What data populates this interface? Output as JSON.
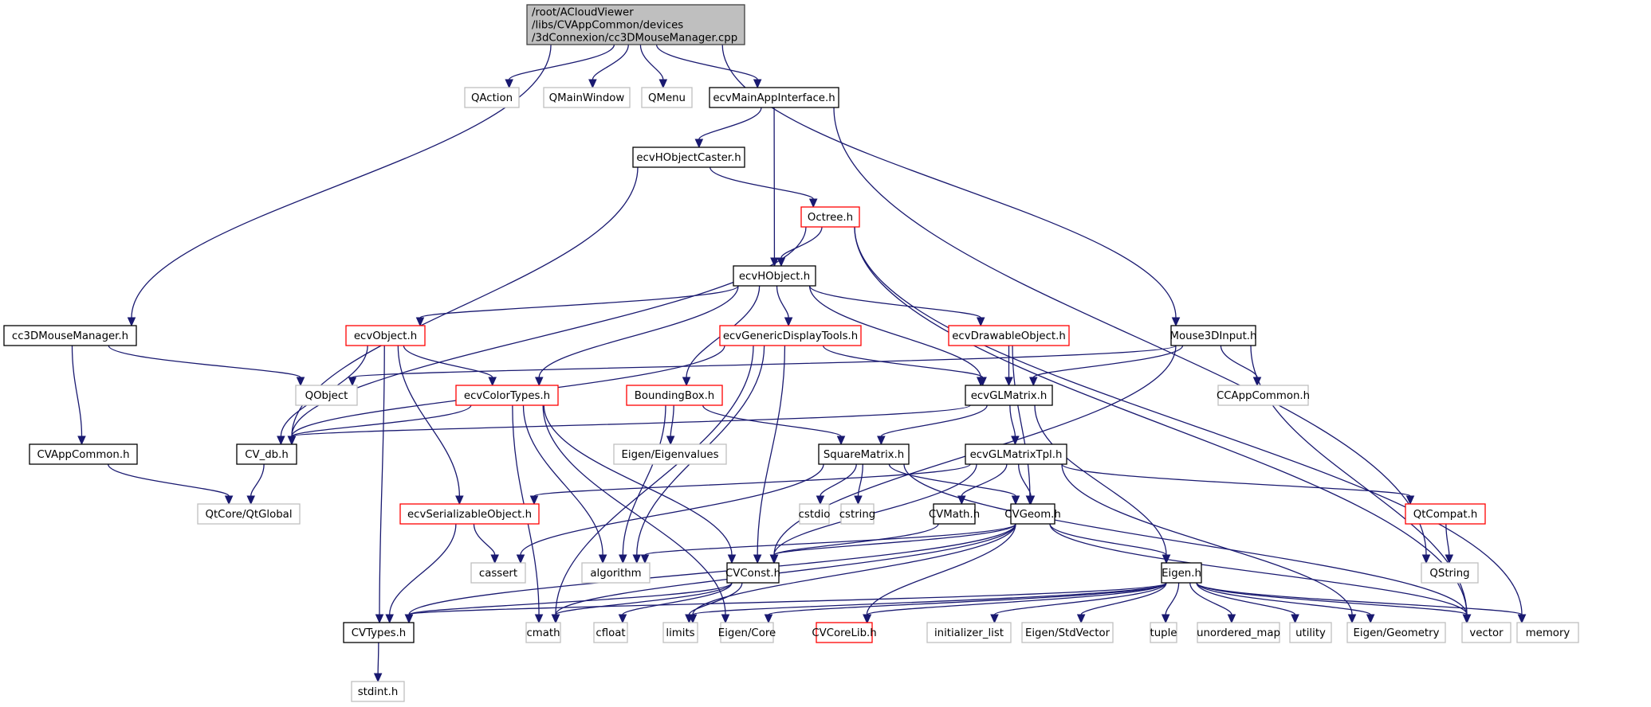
{
  "diagram": {
    "type": "include-dependency-graph",
    "colors": {
      "edge": "#191970",
      "root_fill": "#bfbfbf",
      "root_border": "#404040",
      "documented_border": "#000000",
      "truncated_border": "#ff0000",
      "external_border": "#bfbfbf"
    },
    "nodes": [
      {
        "id": "root",
        "label": "/root/ACloudViewer\n/libs/CVAppCommon/devices\n/3dConnexion/cc3DMouseManager.cpp",
        "kind": "root"
      },
      {
        "id": "qaction",
        "label": "QAction",
        "kind": "external"
      },
      {
        "id": "qmainwindow",
        "label": "QMainWindow",
        "kind": "external"
      },
      {
        "id": "qmenu",
        "label": "QMenu",
        "kind": "external"
      },
      {
        "id": "ecvmainapp",
        "label": "ecvMainAppInterface.h",
        "kind": "documented"
      },
      {
        "id": "ecvhobjectcaster",
        "label": "ecvHObjectCaster.h",
        "kind": "documented"
      },
      {
        "id": "octree",
        "label": "Octree.h",
        "kind": "truncated"
      },
      {
        "id": "ecvhobject",
        "label": "ecvHObject.h",
        "kind": "documented"
      },
      {
        "id": "cc3dmouse",
        "label": "cc3DMouseManager.h",
        "kind": "documented"
      },
      {
        "id": "ecvobject",
        "label": "ecvObject.h",
        "kind": "truncated"
      },
      {
        "id": "ecvgeneric",
        "label": "ecvGenericDisplayTools.h",
        "kind": "truncated"
      },
      {
        "id": "ecvdrawable",
        "label": "ecvDrawableObject.h",
        "kind": "truncated"
      },
      {
        "id": "mouse3d",
        "label": "Mouse3DInput.h",
        "kind": "documented"
      },
      {
        "id": "qobject",
        "label": "QObject",
        "kind": "external"
      },
      {
        "id": "ecvcolortypes",
        "label": "ecvColorTypes.h",
        "kind": "truncated"
      },
      {
        "id": "boundingbox",
        "label": "BoundingBox.h",
        "kind": "truncated"
      },
      {
        "id": "ecvglmatrix",
        "label": "ecvGLMatrix.h",
        "kind": "documented"
      },
      {
        "id": "ccappcommon",
        "label": "CCAppCommon.h",
        "kind": "external"
      },
      {
        "id": "cvappcommon",
        "label": "CVAppCommon.h",
        "kind": "documented"
      },
      {
        "id": "cvdb",
        "label": "CV_db.h",
        "kind": "documented"
      },
      {
        "id": "eigenvalues",
        "label": "Eigen/Eigenvalues",
        "kind": "external"
      },
      {
        "id": "squarematrix",
        "label": "SquareMatrix.h",
        "kind": "documented"
      },
      {
        "id": "ecvglmatrixtpl",
        "label": "ecvGLMatrixTpl.h",
        "kind": "documented"
      },
      {
        "id": "qtglobal",
        "label": "QtCore/QtGlobal",
        "kind": "external"
      },
      {
        "id": "ecvserializable",
        "label": "ecvSerializableObject.h",
        "kind": "truncated"
      },
      {
        "id": "cstdio",
        "label": "cstdio",
        "kind": "external"
      },
      {
        "id": "cstring",
        "label": "cstring",
        "kind": "external"
      },
      {
        "id": "cvmath",
        "label": "CVMath.h",
        "kind": "documented"
      },
      {
        "id": "cvgeom",
        "label": "CVGeom.h",
        "kind": "documented"
      },
      {
        "id": "qtcompat",
        "label": "QtCompat.h",
        "kind": "truncated"
      },
      {
        "id": "cassert",
        "label": "cassert",
        "kind": "external"
      },
      {
        "id": "algorithm",
        "label": "algorithm",
        "kind": "external"
      },
      {
        "id": "cvconst",
        "label": "CVConst.h",
        "kind": "documented"
      },
      {
        "id": "eigenh",
        "label": "Eigen.h",
        "kind": "documented"
      },
      {
        "id": "qstring",
        "label": "QString",
        "kind": "external"
      },
      {
        "id": "cvtypes",
        "label": "CVTypes.h",
        "kind": "documented"
      },
      {
        "id": "cmath",
        "label": "cmath",
        "kind": "external"
      },
      {
        "id": "cfloat",
        "label": "cfloat",
        "kind": "external"
      },
      {
        "id": "limits",
        "label": "limits",
        "kind": "external"
      },
      {
        "id": "eigencore",
        "label": "Eigen/Core",
        "kind": "external"
      },
      {
        "id": "cvcorelib",
        "label": "CVCoreLib.h",
        "kind": "truncated"
      },
      {
        "id": "initlist",
        "label": "initializer_list",
        "kind": "external"
      },
      {
        "id": "eigenstdvector",
        "label": "Eigen/StdVector",
        "kind": "external"
      },
      {
        "id": "tuple",
        "label": "tuple",
        "kind": "external"
      },
      {
        "id": "unorderedmap",
        "label": "unordered_map",
        "kind": "external"
      },
      {
        "id": "utility",
        "label": "utility",
        "kind": "external"
      },
      {
        "id": "eigengeometry",
        "label": "Eigen/Geometry",
        "kind": "external"
      },
      {
        "id": "vector",
        "label": "vector",
        "kind": "external"
      },
      {
        "id": "memory",
        "label": "memory",
        "kind": "external"
      },
      {
        "id": "stdint",
        "label": "stdint.h",
        "kind": "external"
      }
    ],
    "edges": [
      [
        "root",
        "cc3dmouse"
      ],
      [
        "root",
        "qaction"
      ],
      [
        "root",
        "qmainwindow"
      ],
      [
        "root",
        "qmenu"
      ],
      [
        "root",
        "ecvmainapp"
      ],
      [
        "root",
        "mouse3d"
      ],
      [
        "cc3dmouse",
        "qobject"
      ],
      [
        "cc3dmouse",
        "cvappcommon"
      ],
      [
        "cvappcommon",
        "qtglobal"
      ],
      [
        "ecvmainapp",
        "ecvhobjectcaster"
      ],
      [
        "ecvmainapp",
        "ecvhobject"
      ],
      [
        "ecvmainapp",
        "qstring"
      ],
      [
        "ecvhobjectcaster",
        "cvdb"
      ],
      [
        "ecvhobjectcaster",
        "octree"
      ],
      [
        "octree",
        "ecvhobject"
      ],
      [
        "octree",
        "cvdb"
      ],
      [
        "octree",
        "vector"
      ],
      [
        "octree",
        "memory"
      ],
      [
        "ecvhobject",
        "ecvobject"
      ],
      [
        "ecvhobject",
        "ecvgeneric"
      ],
      [
        "ecvhobject",
        "ecvdrawable"
      ],
      [
        "ecvhobject",
        "ecvcolortypes"
      ],
      [
        "ecvhobject",
        "boundingbox"
      ],
      [
        "ecvhobject",
        "ecvglmatrix"
      ],
      [
        "ecvobject",
        "cvdb"
      ],
      [
        "ecvobject",
        "ecvcolortypes"
      ],
      [
        "ecvobject",
        "ecvserializable"
      ],
      [
        "ecvobject",
        "cvtypes"
      ],
      [
        "ecvgeneric",
        "cvdb"
      ],
      [
        "ecvgeneric",
        "ecvglmatrix"
      ],
      [
        "ecvgeneric",
        "algorithm"
      ],
      [
        "ecvgeneric",
        "cmath"
      ],
      [
        "ecvgeneric",
        "cvconst"
      ],
      [
        "ecvdrawable",
        "ecvglmatrix"
      ],
      [
        "ecvdrawable",
        "cvgeom"
      ],
      [
        "mouse3d",
        "qobject"
      ],
      [
        "mouse3d",
        "ecvglmatrix"
      ],
      [
        "mouse3d",
        "ccappcommon"
      ],
      [
        "mouse3d",
        "vector"
      ],
      [
        "mouse3d",
        "cvconst"
      ],
      [
        "ecvcolortypes",
        "cvdb"
      ],
      [
        "ecvcolortypes",
        "algorithm"
      ],
      [
        "ecvcolortypes",
        "cvconst"
      ],
      [
        "ecvcolortypes",
        "cmath"
      ],
      [
        "ecvcolortypes",
        "eigencore"
      ],
      [
        "boundingbox",
        "eigenvalues"
      ],
      [
        "boundingbox",
        "squarematrix"
      ],
      [
        "boundingbox",
        "algorithm"
      ],
      [
        "ecvglmatrix",
        "cvdb"
      ],
      [
        "ecvglmatrix",
        "squarematrix"
      ],
      [
        "ecvglmatrix",
        "ecvglmatrixtpl"
      ],
      [
        "ecvglmatrix",
        "eigenh"
      ],
      [
        "cvdb",
        "qtglobal"
      ],
      [
        "squarematrix",
        "cstdio"
      ],
      [
        "squarematrix",
        "cstring"
      ],
      [
        "squarematrix",
        "cassert"
      ],
      [
        "squarematrix",
        "cvgeom"
      ],
      [
        "squarematrix",
        "vector"
      ],
      [
        "ecvglmatrixtpl",
        "ecvserializable"
      ],
      [
        "ecvglmatrixtpl",
        "cvmath"
      ],
      [
        "ecvglmatrixtpl",
        "cvgeom"
      ],
      [
        "ecvglmatrixtpl",
        "qtcompat"
      ],
      [
        "ecvglmatrixtpl",
        "cvconst"
      ],
      [
        "ecvglmatrixtpl",
        "eigengeometry"
      ],
      [
        "ecvserializable",
        "cassert"
      ],
      [
        "ecvserializable",
        "cvtypes"
      ],
      [
        "cvmath",
        "cvconst"
      ],
      [
        "cvgeom",
        "cvconst"
      ],
      [
        "cvgeom",
        "eigenh"
      ],
      [
        "cvgeom",
        "algorithm"
      ],
      [
        "cvgeom",
        "cvtypes"
      ],
      [
        "cvgeom",
        "cmath"
      ],
      [
        "cvgeom",
        "limits"
      ],
      [
        "cvgeom",
        "cvcorelib"
      ],
      [
        "cvgeom",
        "vector"
      ],
      [
        "qtcompat",
        "qstring"
      ],
      [
        "cvconst",
        "cvtypes"
      ],
      [
        "cvconst",
        "cmath"
      ],
      [
        "cvconst",
        "cfloat"
      ],
      [
        "cvconst",
        "limits"
      ],
      [
        "eigenh",
        "cvtypes"
      ],
      [
        "eigenh",
        "eigencore"
      ],
      [
        "eigenh",
        "cvcorelib"
      ],
      [
        "eigenh",
        "initlist"
      ],
      [
        "eigenh",
        "eigenstdvector"
      ],
      [
        "eigenh",
        "tuple"
      ],
      [
        "eigenh",
        "unorderedmap"
      ],
      [
        "eigenh",
        "utility"
      ],
      [
        "eigenh",
        "eigengeometry"
      ],
      [
        "eigenh",
        "vector"
      ],
      [
        "eigenh",
        "memory"
      ],
      [
        "eigenh",
        "limits"
      ],
      [
        "cvtypes",
        "stdint"
      ]
    ]
  }
}
